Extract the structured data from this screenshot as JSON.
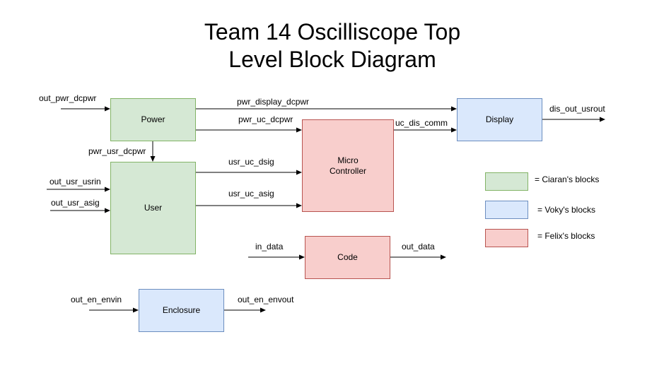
{
  "title": {
    "line1": "Team 14 Oscilliscope Top",
    "line2": "Level Block Diagram"
  },
  "blocks": {
    "power": "Power",
    "user": "User",
    "micro_line1": "Micro",
    "micro_line2": "Controller",
    "display": "Display",
    "code": "Code",
    "enclosure": "Enclosure"
  },
  "signals": {
    "out_pwr_dcpwr": "out_pwr_dcpwr",
    "pwr_display_dcpwr": "pwr_display_dcpwr",
    "pwr_uc_dcpwr": "pwr_uc_dcpwr",
    "uc_dis_comm": "uc_dis_comm",
    "dis_out_usrout": "dis_out_usrout",
    "pwr_usr_dcpwr": "pwr_usr_dcpwr",
    "usr_uc_dsig": "usr_uc_dsig",
    "usr_uc_asig": "usr_uc_asig",
    "out_usr_usrin": "out_usr_usrin",
    "out_usr_asig": "out_usr_asig",
    "in_data": "in_data",
    "out_data": "out_data",
    "out_en_envin": "out_en_envin",
    "out_en_envout": "out_en_envout"
  },
  "legend": [
    {
      "label": "= Ciaran's blocks",
      "color": "#d5e8d4"
    },
    {
      "label": "= Voky's blocks",
      "color": "#dae8fc"
    },
    {
      "label": "= Felix's blocks",
      "color": "#f8cecc"
    }
  ]
}
